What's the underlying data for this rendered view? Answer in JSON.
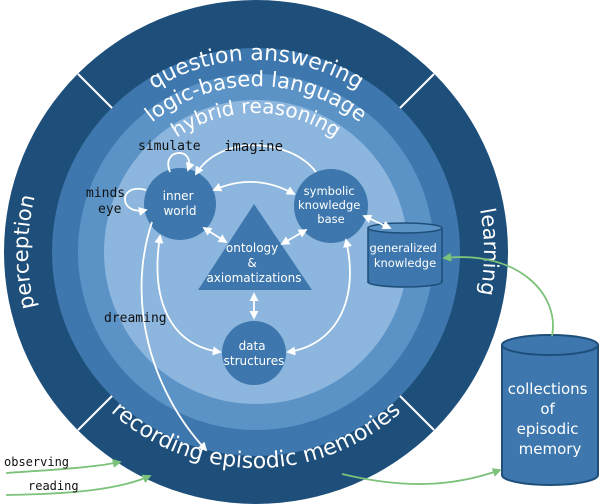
{
  "rings": {
    "outer": {
      "top": "question answering",
      "left": "perception",
      "right": "learning",
      "bottom": "recording episodic memories"
    },
    "second": "logic-based language",
    "third": "hybrid reasoning"
  },
  "nodes": {
    "inner_world": [
      "inner",
      "world"
    ],
    "symbolic_kb": [
      "symbolic",
      "knowledge",
      "base"
    ],
    "ontology": [
      "ontology",
      "&",
      "axiomatizations"
    ],
    "data_structures": [
      "data",
      "structures"
    ],
    "generalized": [
      "generalized",
      "knowledge"
    ],
    "episodic": [
      "collections",
      "of",
      "episodic",
      "memory"
    ]
  },
  "arrow_labels": {
    "simulate": "simulate",
    "imagine": "imagine",
    "minds_eye": [
      "minds",
      "eye"
    ],
    "dreaming": "dreaming",
    "observing": "observing",
    "reading": "reading"
  },
  "colors": {
    "ring_outer": "#1d4f7a",
    "ring_second": "#3d77ad",
    "ring_third": "#5b93c6",
    "core": "#8cb6dd",
    "node": "#3d77ad",
    "green": "#7cc27a"
  }
}
